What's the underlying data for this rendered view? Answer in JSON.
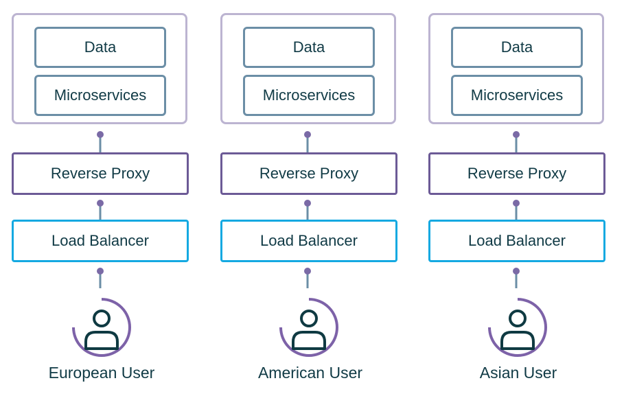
{
  "columns": [
    {
      "data": "Data",
      "microservices": "Microservices",
      "proxy": "Reverse Proxy",
      "lb": "Load Balancer",
      "user": "European User"
    },
    {
      "data": "Data",
      "microservices": "Microservices",
      "proxy": "Reverse Proxy",
      "lb": "Load Balancer",
      "user": "American User"
    },
    {
      "data": "Data",
      "microservices": "Microservices",
      "proxy": "Reverse Proxy",
      "lb": "Load Balancer",
      "user": "Asian User"
    }
  ],
  "colors": {
    "outer_border": "#bcb4d1",
    "inner_border": "#6b8ea6",
    "proxy_border": "#6c5a96",
    "lb_border": "#14a9e1",
    "connector_dot": "#7a6aa6",
    "connector_line": "#6b8ea6",
    "user_ring": "#7d62a8",
    "user_figure": "#0f3a42",
    "text": "#103a45"
  }
}
